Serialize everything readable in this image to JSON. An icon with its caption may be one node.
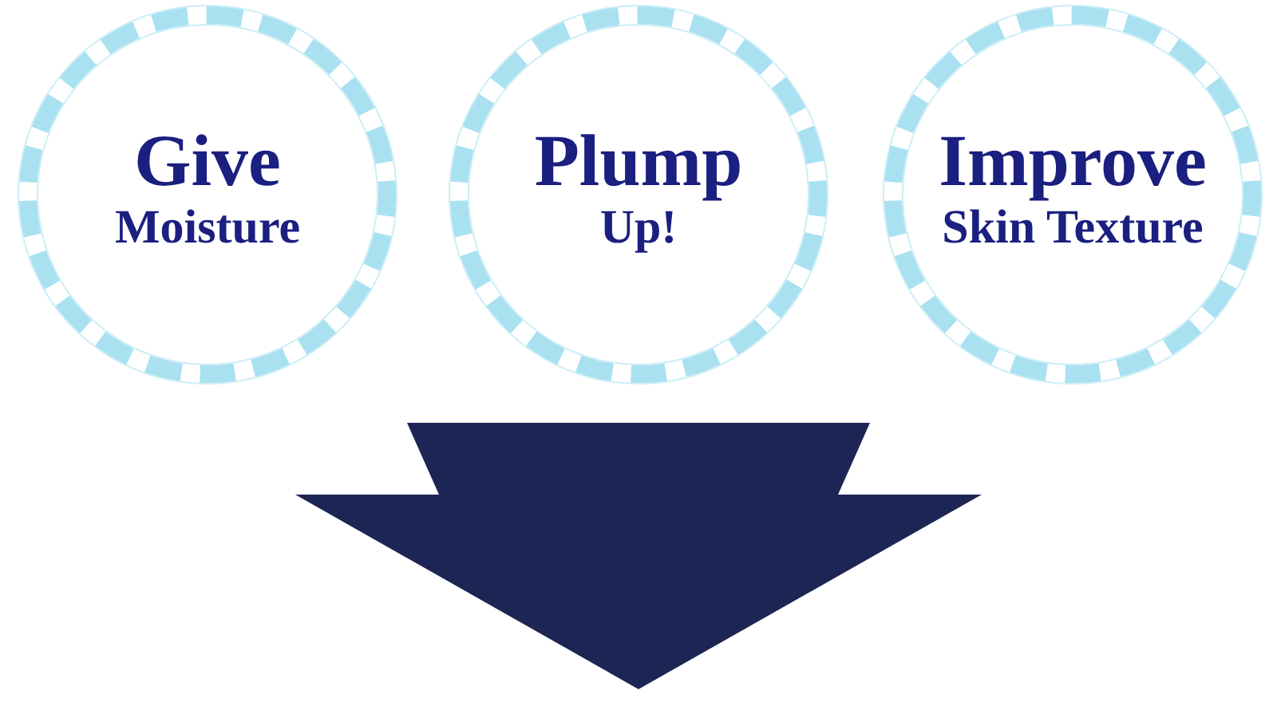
{
  "diagram": {
    "nodes": [
      {
        "text": [
          "Give",
          "Moisture"
        ]
      },
      {
        "text": [
          "Plump",
          "Up!"
        ]
      },
      {
        "text": [
          "Improve",
          "Skin Texture"
        ]
      }
    ]
  }
}
